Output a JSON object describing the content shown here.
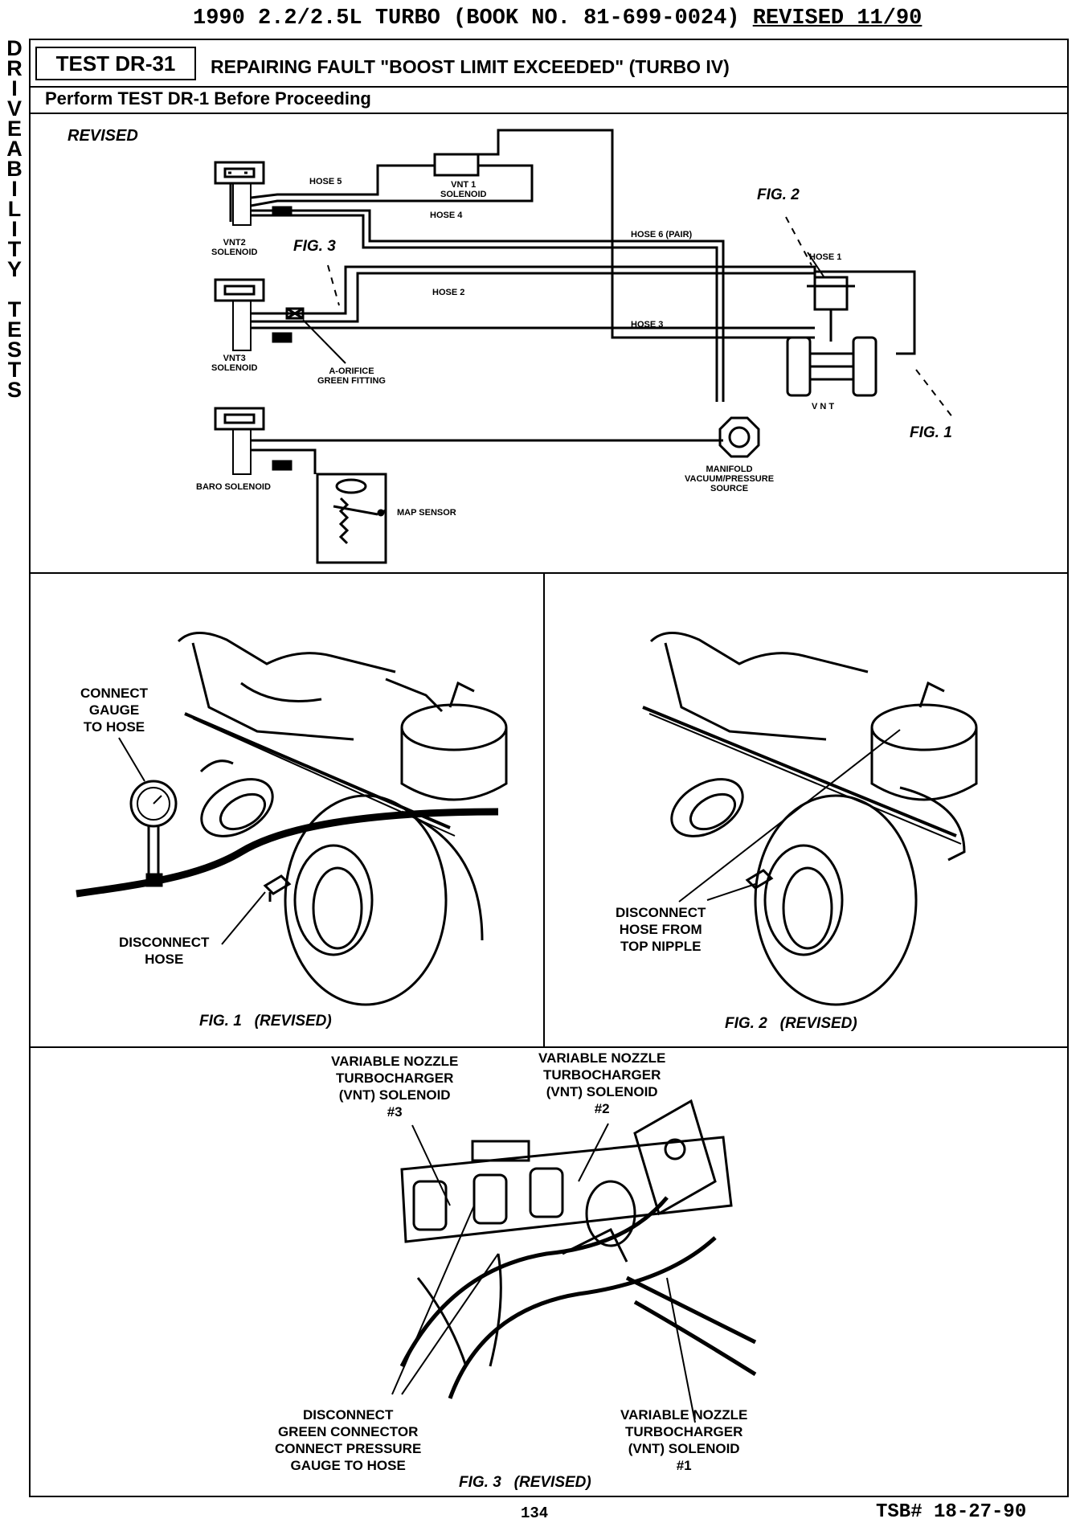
{
  "header": {
    "title": "1990 2.2/2.5L TURBO (BOOK NO. 81-699-0024)",
    "revision": "REVISED 11/90"
  },
  "side_label": [
    "D",
    "R",
    "I",
    "V",
    "E",
    "A",
    "B",
    "I",
    "L",
    "I",
    "T",
    "Y",
    "",
    "T",
    "E",
    "S",
    "T",
    "S"
  ],
  "test": {
    "id": "TEST DR-31",
    "title": "REPAIRING FAULT \"BOOST LIMIT EXCEEDED\" (TURBO IV)",
    "prerequisite": "Perform TEST DR-1 Before Proceeding"
  },
  "schematic": {
    "revised_label": "REVISED",
    "labels": {
      "hose5": "HOSE 5",
      "vnt1": "VNT 1",
      "vnt1_sol": "SOLENOID",
      "hose4": "HOSE 4",
      "hose6": "HOSE 6 (PAIR)",
      "hose1": "HOSE 1",
      "hose2": "HOSE 2",
      "hose3": "HOSE 3",
      "vnt2": "VNT2",
      "vnt2_sol": "SOLENOID",
      "vnt3": "VNT3",
      "vnt3_sol": "SOLENOID",
      "orifice1": "A-ORIFICE",
      "orifice2": "GREEN FITTING",
      "baro": "BARO SOLENOID",
      "map": "MAP SENSOR",
      "manifold1": "MANIFOLD",
      "manifold2": "VACUUM/PRESSURE",
      "manifold3": "SOURCE",
      "vnt": "V N T",
      "fig1": "FIG. 1",
      "fig2": "FIG. 2",
      "fig3": "FIG. 3"
    }
  },
  "fig1": {
    "call_gauge": [
      "CONNECT",
      "GAUGE",
      "TO HOSE"
    ],
    "call_disconnect": [
      "DISCONNECT",
      "HOSE"
    ],
    "caption_fig": "FIG. 1",
    "caption_rev": "(REVISED)"
  },
  "fig2": {
    "call_disconnect": [
      "DISCONNECT",
      "HOSE FROM",
      "TOP NIPPLE"
    ],
    "caption_fig": "FIG. 2",
    "caption_rev": "(REVISED)"
  },
  "fig3": {
    "sol3": [
      "VARIABLE NOZZLE",
      "TURBOCHARGER",
      "(VNT) SOLENOID",
      "#3"
    ],
    "sol2": [
      "VARIABLE NOZZLE",
      "TURBOCHARGER",
      "(VNT) SOLENOID",
      "#2"
    ],
    "sol1": [
      "VARIABLE NOZZLE",
      "TURBOCHARGER",
      "(VNT) SOLENOID",
      "#1"
    ],
    "disconnect": [
      "DISCONNECT",
      "GREEN CONNECTOR",
      "CONNECT PRESSURE",
      "GAUGE TO HOSE"
    ],
    "caption_fig": "FIG. 3",
    "caption_rev": "(REVISED)"
  },
  "footer": {
    "page": "134",
    "tsb": "TSB# 18-27-90"
  }
}
